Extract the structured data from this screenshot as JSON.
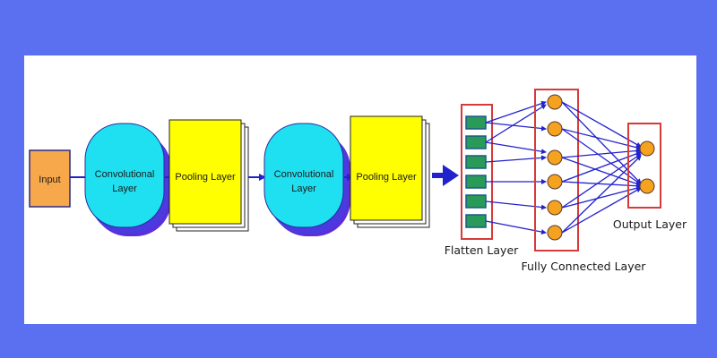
{
  "diagram": {
    "input_label": "Input",
    "conv_layer_1": {
      "line1": "Convolutional",
      "line2": "Layer"
    },
    "pooling_layer_1": "Pooling Layer",
    "conv_layer_2": {
      "line1": "Convolutional",
      "line2": "Layer"
    },
    "pooling_layer_2": "Pooling Layer",
    "flatten_layer": "Flatten Layer",
    "fully_connected_layer": "Fully Connected Layer",
    "output_layer": "Output Layer"
  },
  "colors": {
    "frame": "#5a70f0",
    "background": "#ffffff",
    "input_fill": "#f7a84a",
    "conv_fill": "#1fe0f0",
    "conv_shadow": "#5b2fd8",
    "pooling_fill": "#ffff00",
    "arrow": "#2222cc",
    "box_border": "#d83a3a",
    "flatten_cell": "#2a9a58",
    "neuron": "#f5a21f"
  }
}
